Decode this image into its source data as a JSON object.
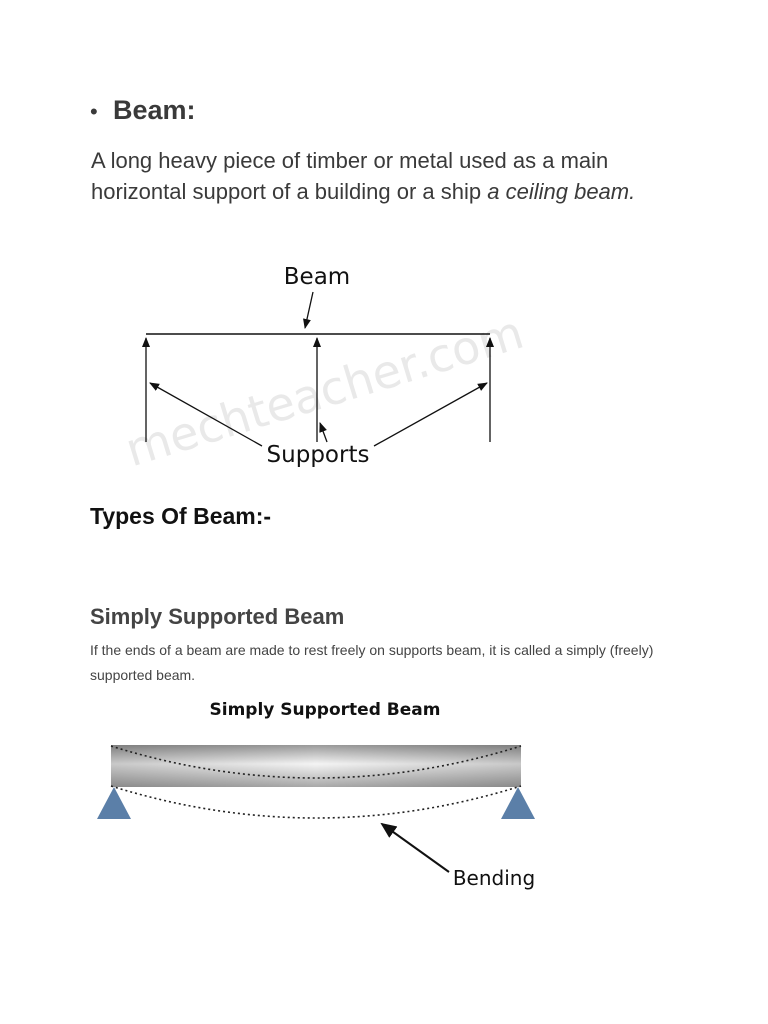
{
  "section": {
    "bullet": "•",
    "heading": "Beam:",
    "definition_main": " A long heavy piece of timber or metal used as a main horizontal support of a building or a ship ",
    "definition_example": "a ceiling beam."
  },
  "figure1": {
    "label_beam": "Beam",
    "label_supports": "Supports",
    "watermark": "mechteacher.com"
  },
  "types": {
    "heading": "Types Of Beam:-"
  },
  "simply_supported": {
    "heading": "Simply Supported Beam",
    "description": "If the ends of a beam are made to rest freely on supports beam, it is called a simply (freely) supported beam.",
    "figure_title": "Simply Supported Beam",
    "label_bending": "Bending",
    "support_color": "#5b7fa8"
  }
}
